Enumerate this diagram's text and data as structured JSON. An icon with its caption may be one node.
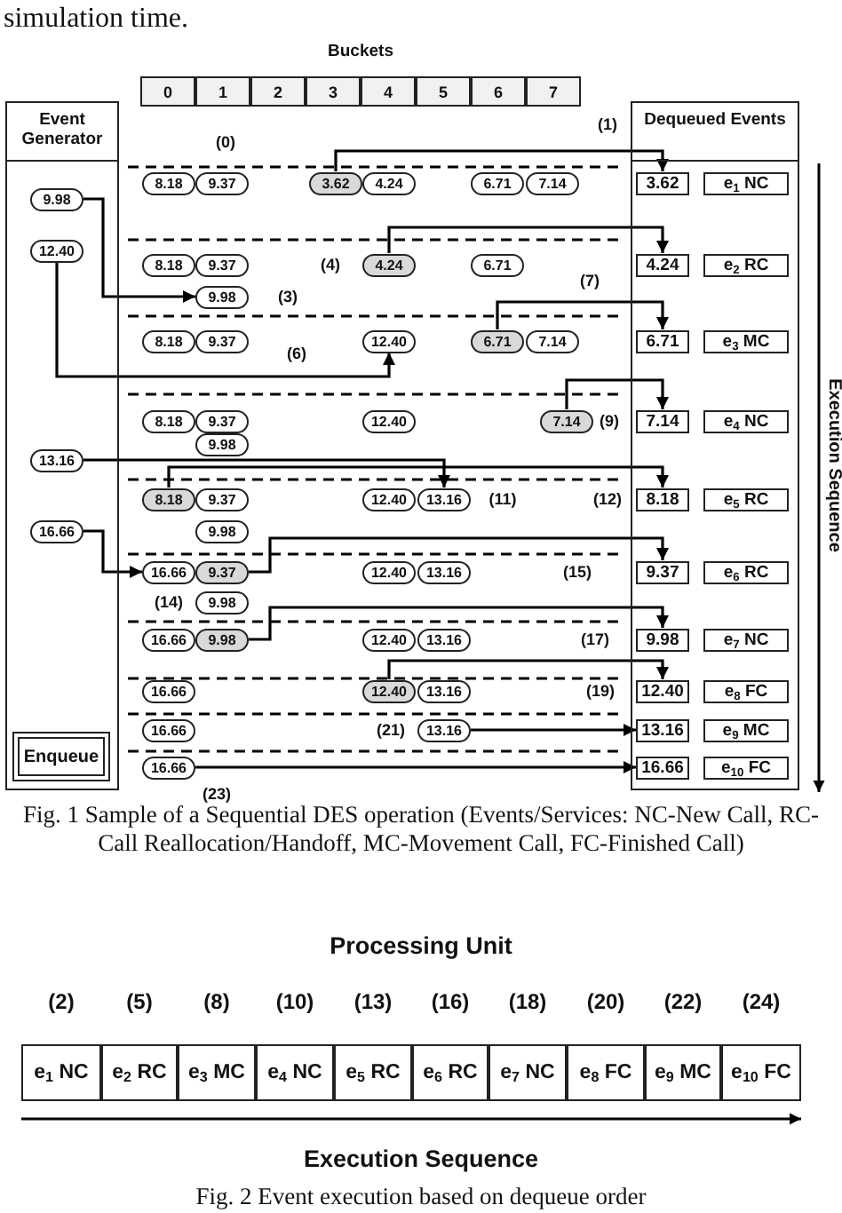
{
  "diagram": {
    "caption": "Fig. 1 Sample of a Sequential DES operation (Events/Services: NC-New Call, RC-Call Reallocation/Handoff, MC-Movement Call, FC-Finished Call)",
    "nodes": [
      {
        "text": [
          "Event Generator"
        ]
      },
      {
        "text": [
          "Enqueue"
        ],
        "in": 0
      },
      {
        "text": [
          "Dequeued Events"
        ]
      },
      {
        "text": [
          "9.98"
        ],
        "in": 0
      },
      {
        "text": [
          "12.40"
        ],
        "in": 0
      },
      {
        "text": [
          "13.16"
        ],
        "in": 0
      },
      {
        "text": [
          "16.66"
        ],
        "in": 0
      },
      {
        "text": [
          "0"
        ]
      },
      {
        "text": [
          "1"
        ]
      },
      {
        "text": [
          "2"
        ]
      },
      {
        "text": [
          "3"
        ]
      },
      {
        "text": [
          "4"
        ]
      },
      {
        "text": [
          "5"
        ]
      },
      {
        "text": [
          "6"
        ]
      },
      {
        "text": [
          "7"
        ]
      },
      {
        "text": [
          "8.18"
        ]
      },
      {
        "text": [
          "9.37"
        ]
      },
      {
        "text": [
          "3.62"
        ]
      },
      {
        "text": [
          "4.24"
        ]
      },
      {
        "text": [
          "6.71"
        ]
      },
      {
        "text": [
          "7.14"
        ]
      },
      {
        "text": [
          "8.18"
        ]
      },
      {
        "text": [
          "9.37"
        ]
      },
      {
        "text": [
          "4.24"
        ]
      },
      {
        "text": [
          "6.71"
        ]
      },
      {
        "text": [
          "9.98"
        ]
      },
      {
        "text": [
          "8.18"
        ]
      },
      {
        "text": [
          "9.37"
        ]
      },
      {
        "text": [
          "12.40"
        ]
      },
      {
        "text": [
          "6.71"
        ]
      },
      {
        "text": [
          "7.14"
        ]
      },
      {
        "text": [
          "8.18"
        ]
      },
      {
        "text": [
          "9.37"
        ]
      },
      {
        "text": [
          "12.40"
        ]
      },
      {
        "text": [
          "7.14"
        ]
      },
      {
        "text": [
          "9.98"
        ]
      },
      {
        "text": [
          "8.18"
        ]
      },
      {
        "text": [
          "9.37"
        ]
      },
      {
        "text": [
          "12.40"
        ]
      },
      {
        "text": [
          "13.16"
        ]
      },
      {
        "text": [
          "9.98"
        ]
      },
      {
        "text": [
          "16.66"
        ]
      },
      {
        "text": [
          "9.37"
        ]
      },
      {
        "text": [
          "12.40"
        ]
      },
      {
        "text": [
          "13.16"
        ]
      },
      {
        "text": [
          "9.98"
        ]
      },
      {
        "text": [
          "16.66"
        ]
      },
      {
        "text": [
          "9.98"
        ]
      },
      {
        "text": [
          "12.40"
        ]
      },
      {
        "text": [
          "13.16"
        ]
      },
      {
        "text": [
          "16.66"
        ]
      },
      {
        "text": [
          "12.40"
        ]
      },
      {
        "text": [
          "13.16"
        ]
      },
      {
        "text": [
          "16.66"
        ]
      },
      {
        "text": [
          "13.16"
        ]
      },
      {
        "text": [
          "16.66"
        ]
      },
      {
        "text": [
          "3.62"
        ],
        "in": 2
      },
      {
        "text": [
          "e$_{1}$ NC"
        ],
        "in": 2
      },
      {
        "text": [
          "4.24"
        ],
        "in": 2
      },
      {
        "text": [
          "e$_{2}$ RC"
        ],
        "in": 2
      },
      {
        "text": [
          "6.71"
        ],
        "in": 2
      },
      {
        "text": [
          "e$_{3}$ MC"
        ],
        "in": 2
      },
      {
        "text": [
          "7.14"
        ],
        "in": 2
      },
      {
        "text": [
          "e$_{4}$ NC"
        ],
        "in": 2
      },
      {
        "text": [
          "8.18"
        ],
        "in": 2
      },
      {
        "text": [
          "e$_{5}$ RC"
        ],
        "in": 2
      },
      {
        "text": [
          "9.37"
        ],
        "in": 2
      },
      {
        "text": [
          "e$_{6}$ RC"
        ],
        "in": 2
      },
      {
        "text": [
          "9.98"
        ],
        "in": 2
      },
      {
        "text": [
          "e$_{7}$ NC"
        ],
        "in": 2
      },
      {
        "text": [
          "12.40"
        ],
        "in": 2
      },
      {
        "text": [
          "e$_{8}$ FC"
        ],
        "in": 2
      },
      {
        "text": [
          "13.16"
        ],
        "in": 2
      },
      {
        "text": [
          "e$_{9}$ MC"
        ],
        "in": 2
      },
      {
        "text": [
          "16.66"
        ],
        "in": 2
      },
      {
        "text": [
          "e$_{10}$ FC"
        ],
        "in": 2
      },
      {
        "text": [
          "e$_{1}$ NC"
        ]
      },
      {
        "text": [
          "e$_{2}$ RC"
        ]
      },
      {
        "text": [
          "e$_{3}$ MC"
        ]
      },
      {
        "text": [
          "e$_{4}$ NC"
        ]
      },
      {
        "text": [
          "e$_{5}$ RC"
        ]
      },
      {
        "text": [
          "e$_{6}$ RC"
        ]
      },
      {
        "text": [
          "e$_{7}$ NC"
        ]
      },
      {
        "text": [
          "e$_{8}$ FC"
        ]
      },
      {
        "text": [
          "e$_{9}$ MC"
        ]
      },
      {
        "text": [
          "e$_{10}$ FC"
        ]
      }
    ],
    "edges": [
      {
        "from": 17,
        "to": 56,
        "arrow": "to"
      },
      {
        "from": 23,
        "to": 58,
        "arrow": "to"
      },
      {
        "from": 3,
        "to": 25,
        "arrow": "to"
      },
      {
        "from": 4,
        "to": 28,
        "arrow": "to"
      },
      {
        "from": 29,
        "to": 60,
        "arrow": "to"
      },
      {
        "from": 34,
        "to": 62,
        "arrow": "to"
      },
      {
        "from": 5,
        "to": 39,
        "arrow": "to"
      },
      {
        "from": 36,
        "to": 64,
        "arrow": "to"
      },
      {
        "from": 6,
        "to": 41,
        "arrow": "to"
      },
      {
        "from": 42,
        "to": 66,
        "arrow": "to"
      },
      {
        "from": 47,
        "to": 68,
        "arrow": "to"
      },
      {
        "from": 51,
        "to": 70,
        "arrow": "to"
      },
      {
        "from": 54,
        "to": 72,
        "arrow": "to"
      },
      {
        "from": 55,
        "to": 74,
        "arrow": "to"
      }
    ],
    "labels": [
      "simulation time.",
      "Buckets",
      "(0)",
      "(1)",
      "(3)",
      "(4)",
      "(7)",
      "(6)",
      "(9)",
      "(11)",
      "(12)",
      "(14)",
      "(15)",
      "(17)",
      "(19)",
      "(21)",
      "(23)",
      "Execution Sequence",
      "Processing Unit",
      "(2)",
      "(5)",
      "(8)",
      "(10)",
      "(13)",
      "(16)",
      "(18)",
      "(20)",
      "(22)",
      "(24)",
      "Execution Sequence",
      "Fig. 2 Event execution based on dequeue order"
    ]
  }
}
